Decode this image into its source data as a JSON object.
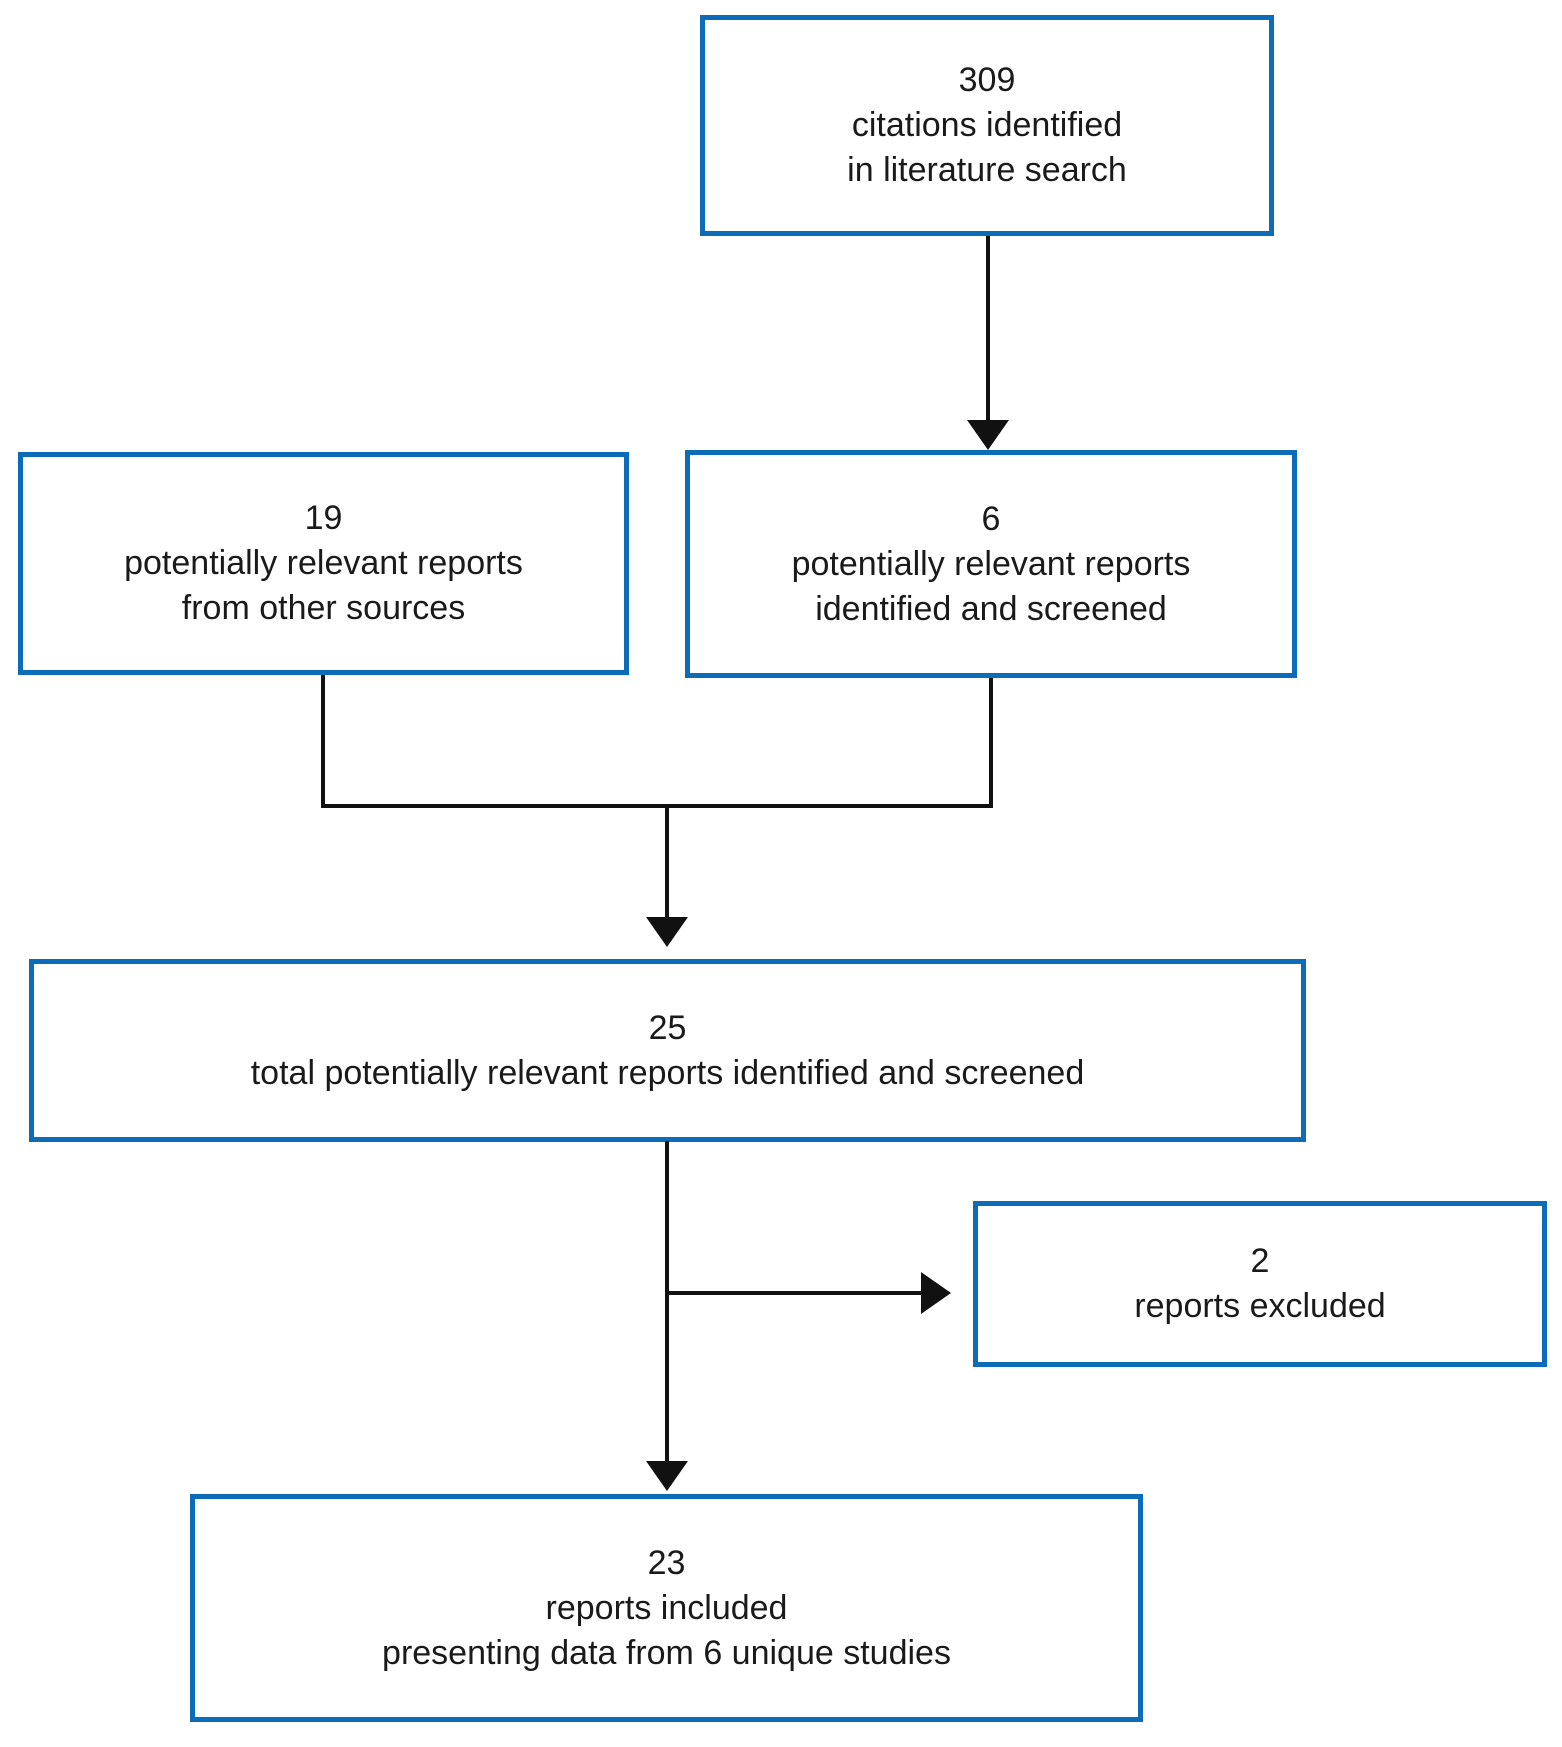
{
  "figure": {
    "type": "flowchart",
    "description": "Literature search and screening flow diagram"
  },
  "colors": {
    "box_border": "#0d6cb8",
    "connector": "#111111",
    "text": "#1a1a1a",
    "background": "#ffffff"
  },
  "nodes": {
    "citations": {
      "count": "309",
      "lines": [
        "309",
        "citations identified",
        "in literature search"
      ]
    },
    "other_sources": {
      "count": "19",
      "lines": [
        "19",
        "potentially relevant reports",
        "from other sources"
      ]
    },
    "identified_screened": {
      "count": "6",
      "lines": [
        "6",
        "potentially relevant reports",
        "identified and screened"
      ]
    },
    "total_screened": {
      "count": "25",
      "lines": [
        "25",
        "total potentially relevant reports identified and screened"
      ]
    },
    "excluded": {
      "count": "2",
      "lines": [
        "2",
        "reports excluded"
      ]
    },
    "included": {
      "count": "23",
      "lines": [
        "23",
        "reports included",
        "presenting data from 6 unique studies"
      ]
    }
  },
  "edges": [
    {
      "from": "citations",
      "to": "identified_screened"
    },
    {
      "from": "other_sources",
      "to": "total_screened"
    },
    {
      "from": "identified_screened",
      "to": "total_screened"
    },
    {
      "from": "total_screened",
      "to": "excluded"
    },
    {
      "from": "total_screened",
      "to": "included"
    }
  ]
}
